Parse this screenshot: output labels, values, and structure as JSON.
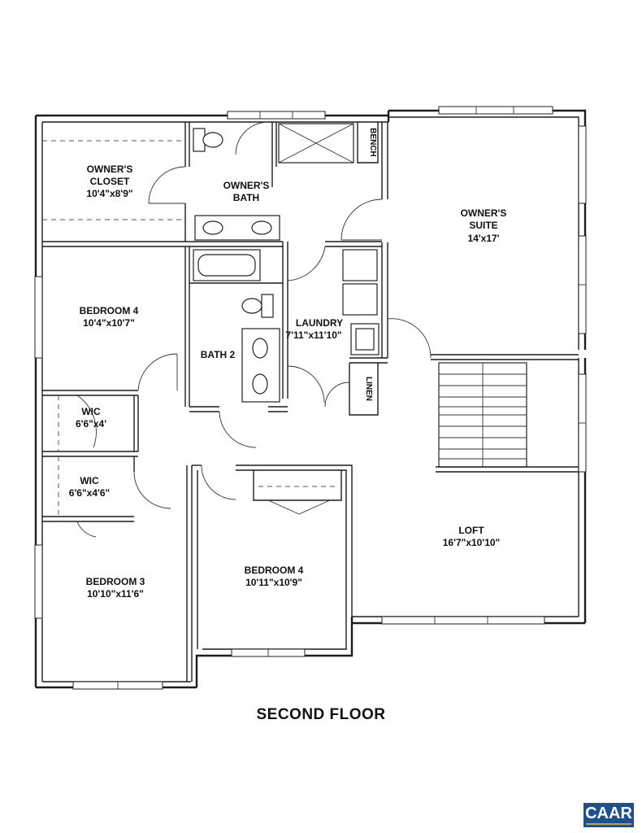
{
  "rooms": {
    "owners_closet": {
      "name_line1": "OWNER'S",
      "name_line2": "CLOSET",
      "dims": "10'4\"x8'9\""
    },
    "owners_bath": {
      "name_line1": "OWNER'S",
      "name_line2": "BATH"
    },
    "bench": {
      "name": "BENCH"
    },
    "owners_suite": {
      "name_line1": "OWNER'S",
      "name_line2": "SUITE",
      "dims": "14'x17'"
    },
    "bedroom_4_upper": {
      "name": "BEDROOM 4",
      "dims": "10'4\"x10'7\""
    },
    "bath_2": {
      "name": "BATH 2"
    },
    "laundry": {
      "name": "LAUNDRY",
      "dims": "7'11\"x11'10\""
    },
    "linen": {
      "name": "LINEN"
    },
    "wic_upper": {
      "name": "WIC",
      "dims": "6'6\"x4'"
    },
    "wic_lower": {
      "name": "WIC",
      "dims": "6'6\"x4'6\""
    },
    "loft": {
      "name": "LOFT",
      "dims": "16'7\"x10'10\""
    },
    "bedroom_3": {
      "name": "BEDROOM 3",
      "dims": "10'10\"x11'6\""
    },
    "bedroom_4_lower": {
      "name": "BEDROOM 4",
      "dims": "10'11\"x10'9\""
    }
  },
  "floor_title": "SECOND FLOOR",
  "logo": {
    "text": "CAAR",
    "color": "#1f4f8f",
    "accent": "#c9a13b"
  }
}
